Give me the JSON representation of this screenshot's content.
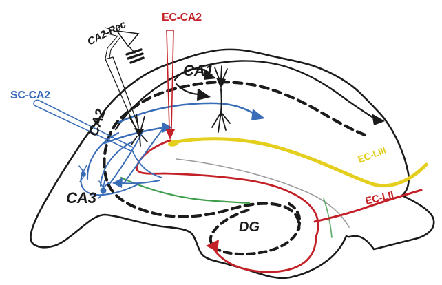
{
  "figure": {
    "description": "Hand-drawn schematic of the hippocampal formation showing CA2 circuitry, stimulating/recording electrodes and entorhinal cortex fiber pathways",
    "background": "#ffffff"
  },
  "colors": {
    "c-black": "#1b1b1b",
    "c-red": "#c32127",
    "c-blue": "#3a6db8",
    "c-yellow": "#e4ce1e",
    "c-green": "#3f9e4c",
    "c-gray": "#9b9b9b"
  },
  "regions": {
    "ca1": "CA1",
    "ca2": "CA2",
    "ca3": "CA3",
    "dg": "DG"
  },
  "pathways": {
    "ca2_rec": "CA2-Rec",
    "ec_ca2": "EC-CA2",
    "sc_ca2": "SC-CA2",
    "ec_liii": "EC-LIII",
    "ec_lii": "EC-LII"
  }
}
